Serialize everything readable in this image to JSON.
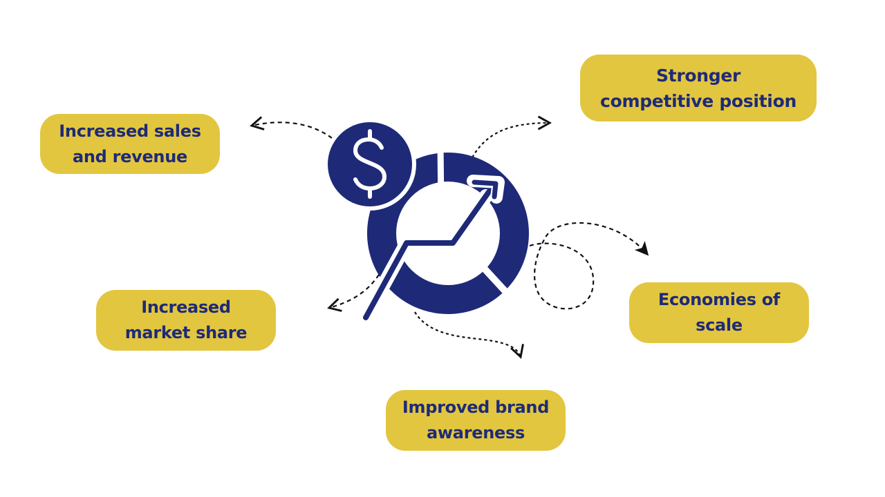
{
  "benefits": {
    "sales": "Increased sales\nand revenue",
    "competitive": "Stronger\ncompetitive position",
    "market": "Increased\nmarket share",
    "scale": "Economies of\nscale",
    "brand": "Improved brand\nawareness"
  },
  "icons": {
    "dollar": "dollar-coin-icon",
    "chart": "donut-chart-growth-icon"
  },
  "colors": {
    "pill": "#e2c63f",
    "text": "#1e2a78",
    "icon": "#1e2a78",
    "arrow": "#111111"
  }
}
